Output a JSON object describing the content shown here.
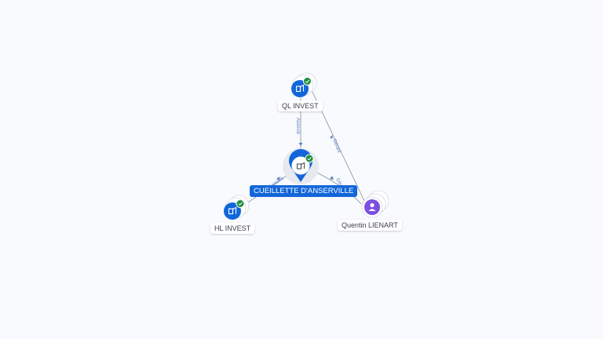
{
  "graph": {
    "center": {
      "label": "CUEILLETTE D'ANSERVILLE",
      "verified": true,
      "icon": "company-icon"
    },
    "nodes": [
      {
        "id": "ql",
        "label": "QL INVEST",
        "type": "company",
        "verified": true,
        "icon": "company-icon"
      },
      {
        "id": "hl",
        "label": "HL INVEST",
        "type": "company",
        "verified": true,
        "icon": "company-icon"
      },
      {
        "id": "ql_person",
        "label": "Quentin LIENART",
        "type": "person",
        "verified": false,
        "icon": "person-icon"
      }
    ],
    "edges": [
      {
        "from": "ql",
        "to": "center",
        "label": "Associé"
      },
      {
        "from": "ql",
        "to": "ql_person",
        "label": "Gérant"
      },
      {
        "from": "ql_person",
        "to": "center",
        "label": "Gérant"
      },
      {
        "from": "hl",
        "to": "center",
        "label": "Associé"
      }
    ]
  },
  "colors": {
    "accent": "#1266d9",
    "verified": "#1e8e3e",
    "person": "#7b4fe0",
    "edge": "#8a8fa0"
  }
}
